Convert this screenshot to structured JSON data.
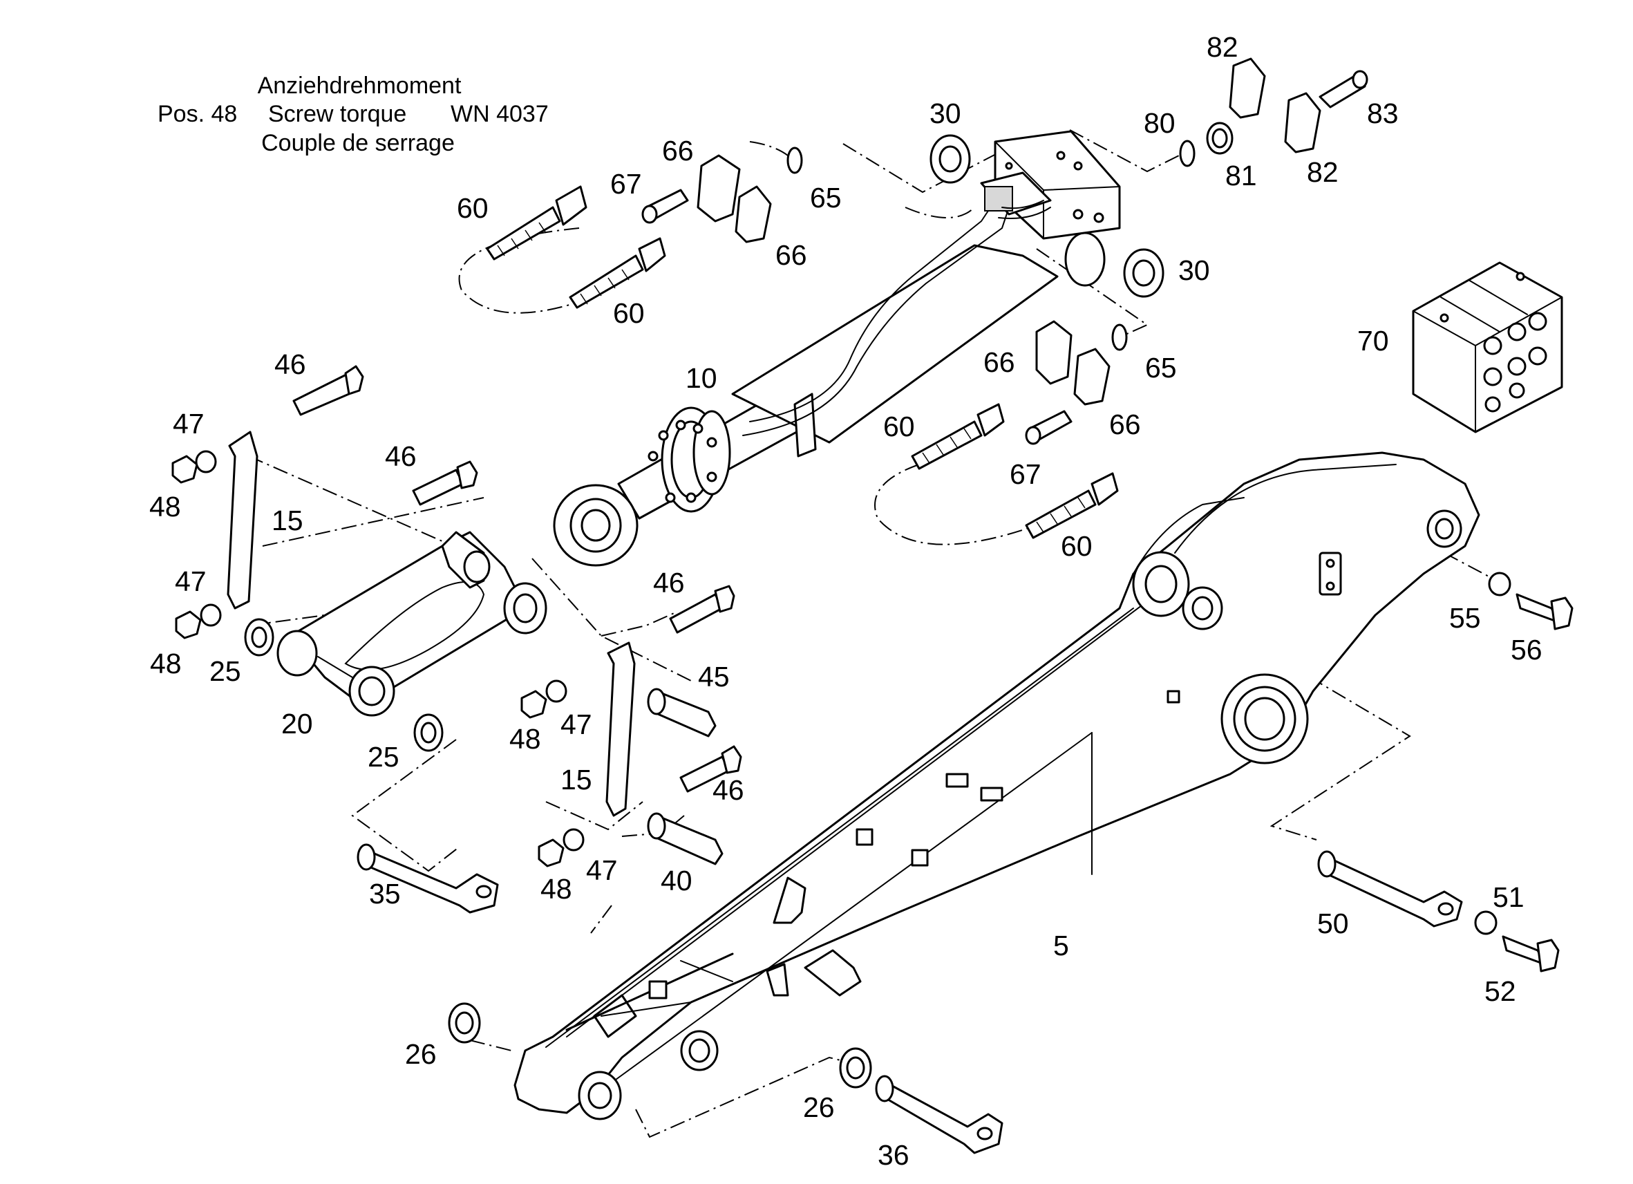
{
  "note": {
    "line1": "Anziehdrehmoment",
    "line2_prefix": "Pos. 48",
    "line2_label": "Screw torque",
    "line2_ref": "WN 4037",
    "line3": "Couple de serrage"
  },
  "callouts": {
    "c82a": "82",
    "c83": "83",
    "c30a": "30",
    "c80": "80",
    "c81": "81",
    "c82b": "82",
    "c66a": "66",
    "c67a": "67",
    "c65a": "65",
    "c60a": "60",
    "c66b": "66",
    "c30b": "30",
    "c60b": "60",
    "c70": "70",
    "c10": "10",
    "c66c": "66",
    "c65b": "65",
    "c46a": "46",
    "c60c": "60",
    "c66d": "66",
    "c47a": "47",
    "c46b": "46",
    "c67b": "67",
    "c48a": "48",
    "c15a": "15",
    "c60d": "60",
    "c47b": "47",
    "c46c": "46",
    "c55": "55",
    "c48b": "48",
    "c25a": "25",
    "c45": "45",
    "c56": "56",
    "c20": "20",
    "c48c": "48",
    "c47c": "47",
    "c25b": "25",
    "c15b": "15",
    "c46d": "46",
    "c35": "35",
    "c48d": "48",
    "c47d": "47",
    "c40": "40",
    "c5": "5",
    "c51": "51",
    "c50": "50",
    "c52": "52",
    "c26a": "26",
    "c26b": "26",
    "c36": "36"
  }
}
